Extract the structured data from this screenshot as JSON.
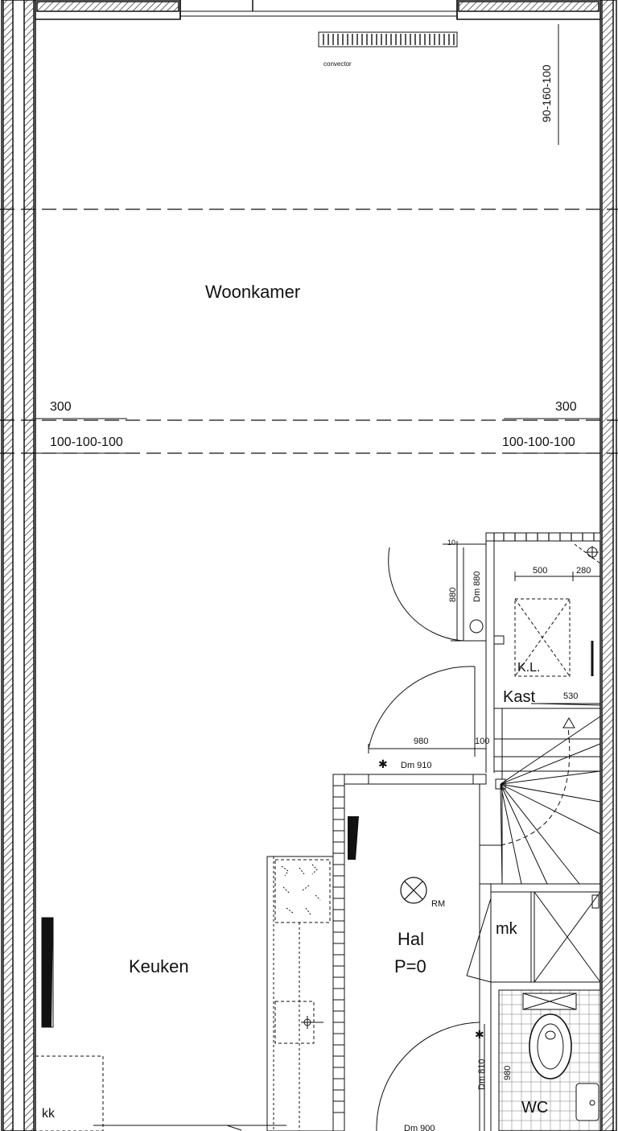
{
  "rooms": {
    "woonkamer": "Woonkamer",
    "keuken": "Keuken",
    "hal": "Hal",
    "hal_level": "P=0",
    "kast": "Kast",
    "wc": "WC",
    "mk": "mk",
    "kl": "K.L.",
    "kk": "kk"
  },
  "labels": {
    "convector": "convector",
    "rm": "RM",
    "window_right_code": "90-160-100",
    "left_width": "300",
    "left_sizes": "100-100-100",
    "right_width": "300",
    "right_sizes": "100-100-100",
    "door_880": "880",
    "dm_880": "Dm 880",
    "dim_500": "500",
    "dim_280": "280",
    "dim_530": "530",
    "dim_980": "980",
    "dim_100": "100",
    "dm_910": "Dm 910",
    "dm_810": "Dm 810",
    "wc_980": "980",
    "dm_900": "Dm 900",
    "dim_10": "10"
  },
  "colors": {
    "line": "#111111",
    "hatch": "#555555"
  }
}
